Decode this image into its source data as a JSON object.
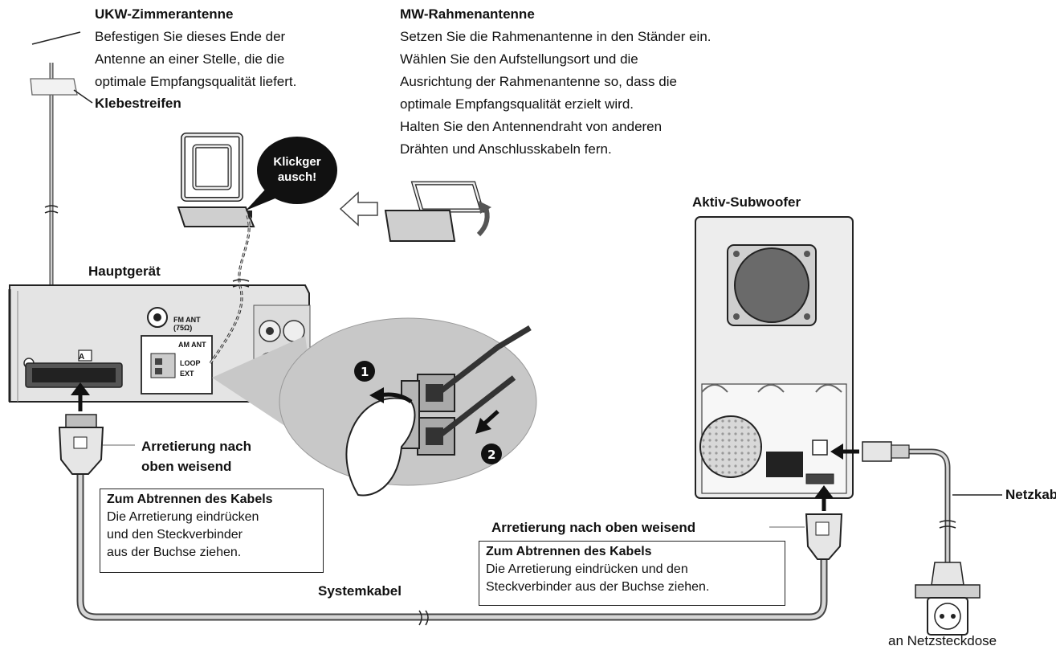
{
  "fm_antenna": {
    "title": "UKW-Zimmerantenne",
    "lines": [
      "Befestigen Sie dieses Ende der",
      "Antenne an einer Stelle, die die",
      "optimale Empfangsqualität liefert."
    ],
    "tape": "Klebestreifen"
  },
  "am_antenna": {
    "title": "MW-Rahmenantenne",
    "lines": [
      "Setzen Sie die Rahmenantenne in den Ständer ein.",
      "Wählen Sie den Aufstellungsort und die",
      "Ausrichtung der Rahmenantenne so, dass die",
      "optimale Empfangsqualität erzielt wird.",
      "Halten Sie den Antennendraht von anderen",
      "Drähten und Anschlusskabeln fern."
    ]
  },
  "click_bubble": "Klickger\nausch!",
  "main_unit": {
    "title": "Hauptgerät",
    "port_a": "A",
    "fm_port": "FM ANT",
    "fm_port_ohm": "(75Ω)",
    "am_port": "AM ANT",
    "am_loop": "LOOP",
    "am_ext": "EXT",
    "steps": [
      "1",
      "2"
    ]
  },
  "subwoofer": {
    "title": "Aktiv-Subwoofer"
  },
  "lock_left": "Arretierung nach\noben weisend",
  "lock_right": "Arretierung nach oben weisend",
  "disconnect_left": {
    "title": "Zum Abtrennen des Kabels",
    "body": "Die Arretierung eindrücken\nund den Steckverbinder\naus der Buchse ziehen."
  },
  "disconnect_right": {
    "title": "Zum Abtrennen des Kabels",
    "body": "Die Arretierung eindrücken und den\nSteckverbinder aus der Buchse ziehen."
  },
  "system_cable": "Systemkabel",
  "power_cable": "Netzkabel",
  "outlet": "an Netzsteckdose"
}
